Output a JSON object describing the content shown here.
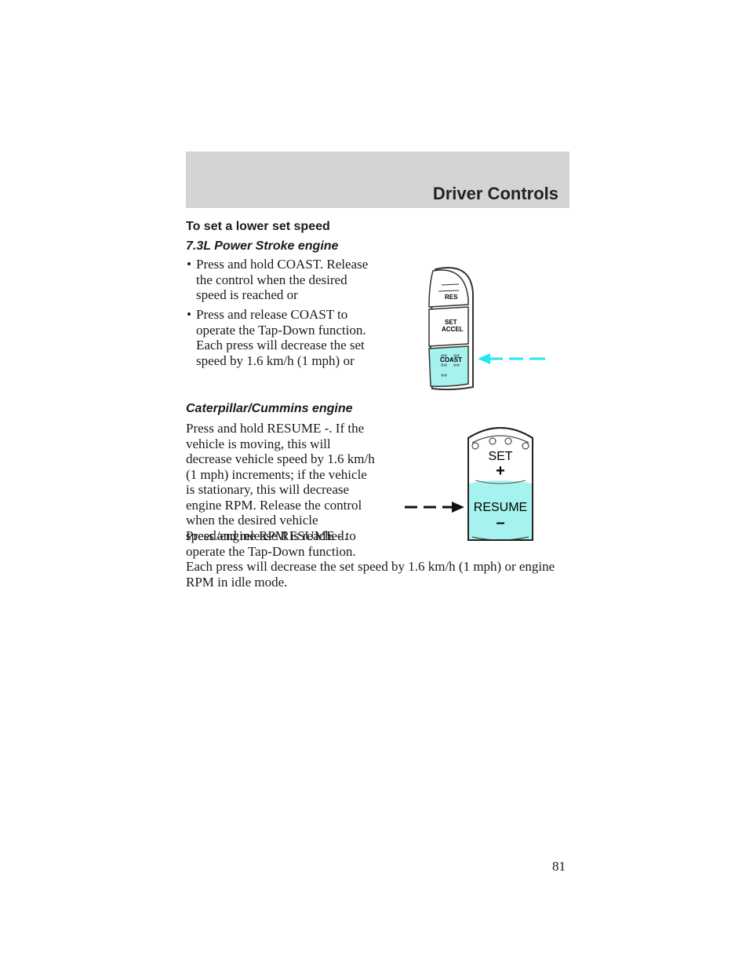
{
  "header": {
    "title": "Driver Controls"
  },
  "section": {
    "title": "To set a lower set speed",
    "powerstroke": {
      "subtitle": "7.3L Power Stroke engine",
      "bullets": [
        "Press and hold COAST. Release the control when the desired speed is reached or",
        "Press and release COAST to operate the Tap-Down function. Each press will decrease the set speed by 1.6 km/h (1 mph) or"
      ]
    },
    "caterpillar": {
      "subtitle": "Caterpillar/Cummins engine",
      "paragraph1": "Press and hold RESUME -. If the vehicle is moving, this will decrease vehicle speed by 1.6 km/h (1 mph) increments; if the vehicle is stationary, this will decrease engine RPM. Release the control when the desired vehicle speed/engine RPM is reached.",
      "paragraph2": "Press and release RESUME - to operate the Tap-Down function. Each press will decrease the set speed by 1.6 km/h (1 mph) or engine RPM in idle mode."
    }
  },
  "figure1": {
    "res_label": "RES",
    "set_label": "SET",
    "accel_label": "ACCEL",
    "coast_label": "COAST"
  },
  "figure2": {
    "set_label": "SET",
    "plus_label": "+",
    "resume_label": "RESUME",
    "minus_label": "–"
  },
  "colors": {
    "header_band": "#d4d4d4",
    "highlight": "#a6f2ee",
    "arrow": "#22e8f0"
  },
  "page_number": "81"
}
